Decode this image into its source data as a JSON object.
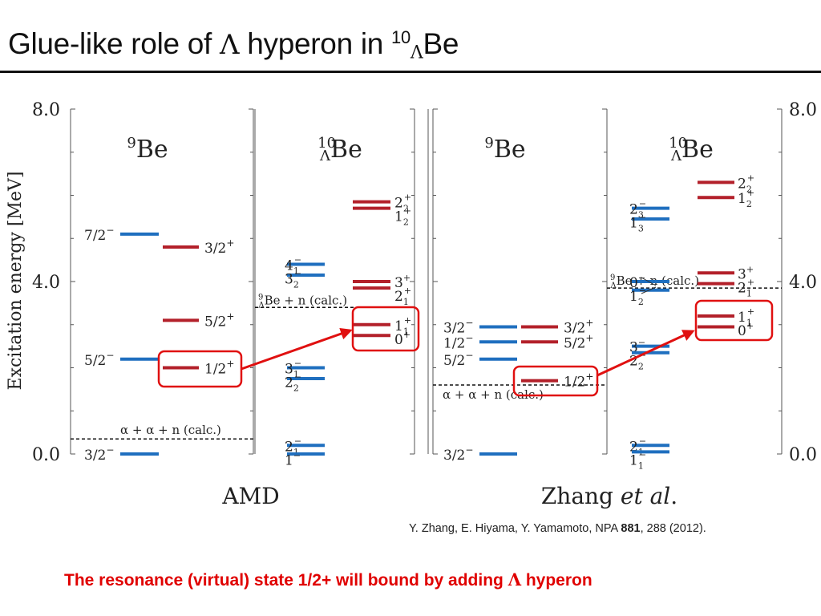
{
  "title": {
    "prefix": "Glue-like role of ",
    "lambda": "Λ",
    "middle": " hyperon in ",
    "mass_number": "10",
    "sub": "Λ",
    "element": "Be"
  },
  "citation": {
    "authors": "Y. Zhang, E. Hiyama, Y. Yamamoto, NPA ",
    "volume": "881",
    "pages": ", 288 (2012)."
  },
  "conclusion": {
    "text": "The resonance (virtual) state 1/2+ will bound by adding ",
    "lambda": "Λ",
    "suffix": " hyperon"
  },
  "colors": {
    "be9_level": "#1f6fbf",
    "lambda_level": "#b3202a",
    "arrow": "#e01010",
    "box": "#e01010",
    "threshold": "#111111"
  },
  "chart_data": {
    "type": "level-scheme",
    "ylabel": "Excitation energy [MeV]",
    "ylim": [
      0,
      8
    ],
    "ticks": [
      {
        "value": 0,
        "label": "0.0"
      },
      {
        "value": 4,
        "label": "4.0"
      },
      {
        "value": 8,
        "label": "8.0"
      }
    ],
    "panels": [
      {
        "label": "AMD",
        "columns": [
          {
            "header": "9Be",
            "header_sup": "9",
            "header_main": "Be",
            "header_sub": "",
            "levels": [
              {
                "energy": 5.1,
                "label": "7/2",
                "parity": "-",
                "color": "blue"
              },
              {
                "energy": 2.2,
                "label": "5/2",
                "parity": "-",
                "color": "blue"
              },
              {
                "energy": 0.0,
                "label": "3/2",
                "parity": "-",
                "color": "blue"
              },
              {
                "energy": 4.8,
                "label": "3/2",
                "parity": "+",
                "color": "red"
              },
              {
                "energy": 3.1,
                "label": "5/2",
                "parity": "+",
                "color": "red"
              },
              {
                "energy": 2.0,
                "label": "1/2",
                "parity": "+",
                "color": "red",
                "boxed": true
              }
            ],
            "threshold": {
              "energy": 0.35,
              "label": "α + α + n  (calc.)"
            }
          },
          {
            "header": "10ΛBe",
            "header_sup": "10",
            "header_main": "Be",
            "header_sub": "Λ",
            "levels": [
              {
                "energy": 4.4,
                "label": "4",
                "sub": "1",
                "sup": "−",
                "color": "blue"
              },
              {
                "energy": 4.15,
                "label": "3",
                "sub": "2",
                "sup": "−",
                "color": "blue"
              },
              {
                "energy": 2.0,
                "label": "3",
                "sub": "1",
                "sup": "−",
                "color": "blue"
              },
              {
                "energy": 1.75,
                "label": "2",
                "sub": "2",
                "sup": "−",
                "color": "blue"
              },
              {
                "energy": 0.2,
                "label": "2",
                "sub": "1",
                "sup": "−",
                "color": "blue"
              },
              {
                "energy": 0.0,
                "label": "1",
                "sub": "",
                "sup": "−",
                "color": "blue"
              },
              {
                "energy": 5.85,
                "label": "2",
                "sub": "2",
                "sup": "+",
                "color": "red"
              },
              {
                "energy": 5.85,
                "label": "1",
                "sub": "2",
                "sup": "+",
                "color": "red"
              },
              {
                "energy": 4.0,
                "label": "3",
                "sub": "",
                "sup": "+",
                "color": "red"
              },
              {
                "energy": 3.85,
                "label": "2",
                "sub": "1",
                "sup": "+",
                "color": "red"
              },
              {
                "energy": 3.0,
                "label": "1",
                "sub": "1",
                "sup": "+",
                "color": "red",
                "boxed": true
              },
              {
                "energy": 2.75,
                "label": "0",
                "sub": "",
                "sup": "+",
                "color": "red",
                "boxed": true
              }
            ],
            "threshold": {
              "energy": 3.4,
              "label_sup": "9",
              "label_sub": "Λ",
              "label": "Be + n (calc.)"
            }
          }
        ]
      },
      {
        "label": "Zhang et al.",
        "label_main": "Zhang ",
        "label_italic": "et al",
        "label_end": ".",
        "columns": [
          {
            "header": "9Be",
            "header_sup": "9",
            "header_main": "Be",
            "header_sub": "",
            "levels": [
              {
                "energy": 2.95,
                "label": "3/2",
                "parity": "-",
                "color": "blue"
              },
              {
                "energy": 2.6,
                "label": "1/2",
                "parity": "-",
                "color": "blue"
              },
              {
                "energy": 2.2,
                "label": "5/2",
                "parity": "-",
                "color": "blue"
              },
              {
                "energy": 0.0,
                "label": "3/2",
                "parity": "-",
                "color": "blue"
              },
              {
                "energy": 2.95,
                "label": "3/2",
                "parity": "+",
                "color": "red"
              },
              {
                "energy": 2.6,
                "label": "5/2",
                "parity": "+",
                "color": "red"
              },
              {
                "energy": 1.7,
                "label": "1/2",
                "parity": "+",
                "color": "red",
                "boxed": true
              }
            ],
            "threshold": {
              "energy": 1.6,
              "label": "α + α + n  (calc.)"
            }
          },
          {
            "header": "10ΛBe",
            "header_sup": "10",
            "header_main": "Be",
            "header_sub": "Λ",
            "levels": [
              {
                "energy": 5.7,
                "label": "2",
                "sub": "3",
                "sup": "−",
                "color": "blue"
              },
              {
                "energy": 5.6,
                "label": "1",
                "sub": "3",
                "sup": "−",
                "color": "blue"
              },
              {
                "energy": 4.0,
                "label": "0",
                "sub": "",
                "sup": "−",
                "color": "blue"
              },
              {
                "energy": 3.95,
                "label": "1",
                "sub": "2",
                "sup": "−",
                "color": "blue"
              },
              {
                "energy": 2.5,
                "label": "3",
                "sub": "",
                "sup": "−",
                "color": "blue"
              },
              {
                "energy": 2.35,
                "label": "2",
                "sub": "2",
                "sup": "−",
                "color": "blue"
              },
              {
                "energy": 0.2,
                "label": "2",
                "sub": "1",
                "sup": "−",
                "color": "blue"
              },
              {
                "energy": 0.05,
                "label": "1",
                "sub": "1",
                "sup": "−",
                "color": "blue"
              },
              {
                "energy": 6.3,
                "label": "2",
                "sub": "2",
                "sup": "+",
                "color": "red"
              },
              {
                "energy": 5.95,
                "label": "1",
                "sub": "2",
                "sup": "+",
                "color": "red"
              },
              {
                "energy": 4.2,
                "label": "3",
                "sub": "",
                "sup": "+",
                "color": "red"
              },
              {
                "energy": 4.1,
                "label": "2",
                "sub": "1",
                "sup": "+",
                "color": "red"
              },
              {
                "energy": 3.2,
                "label": "1",
                "sub": "1",
                "sup": "+",
                "color": "red",
                "boxed": true
              },
              {
                "energy": 2.95,
                "label": "0",
                "sub": "",
                "sup": "+",
                "color": "red",
                "boxed": true
              }
            ],
            "threshold": {
              "energy": 3.85,
              "label_sup": "9",
              "label_sub": "Λ",
              "label": "Be + n (calc.)"
            }
          }
        ]
      }
    ],
    "annotations": [
      "AMD: 9Be 1/2+ resonance → 10ΛBe 1₁⁺, 0⁺ bound",
      "Zhang et al.: 9Be 1/2+ resonance → 10ΛBe 1₁⁺, 0⁺ bound"
    ]
  }
}
